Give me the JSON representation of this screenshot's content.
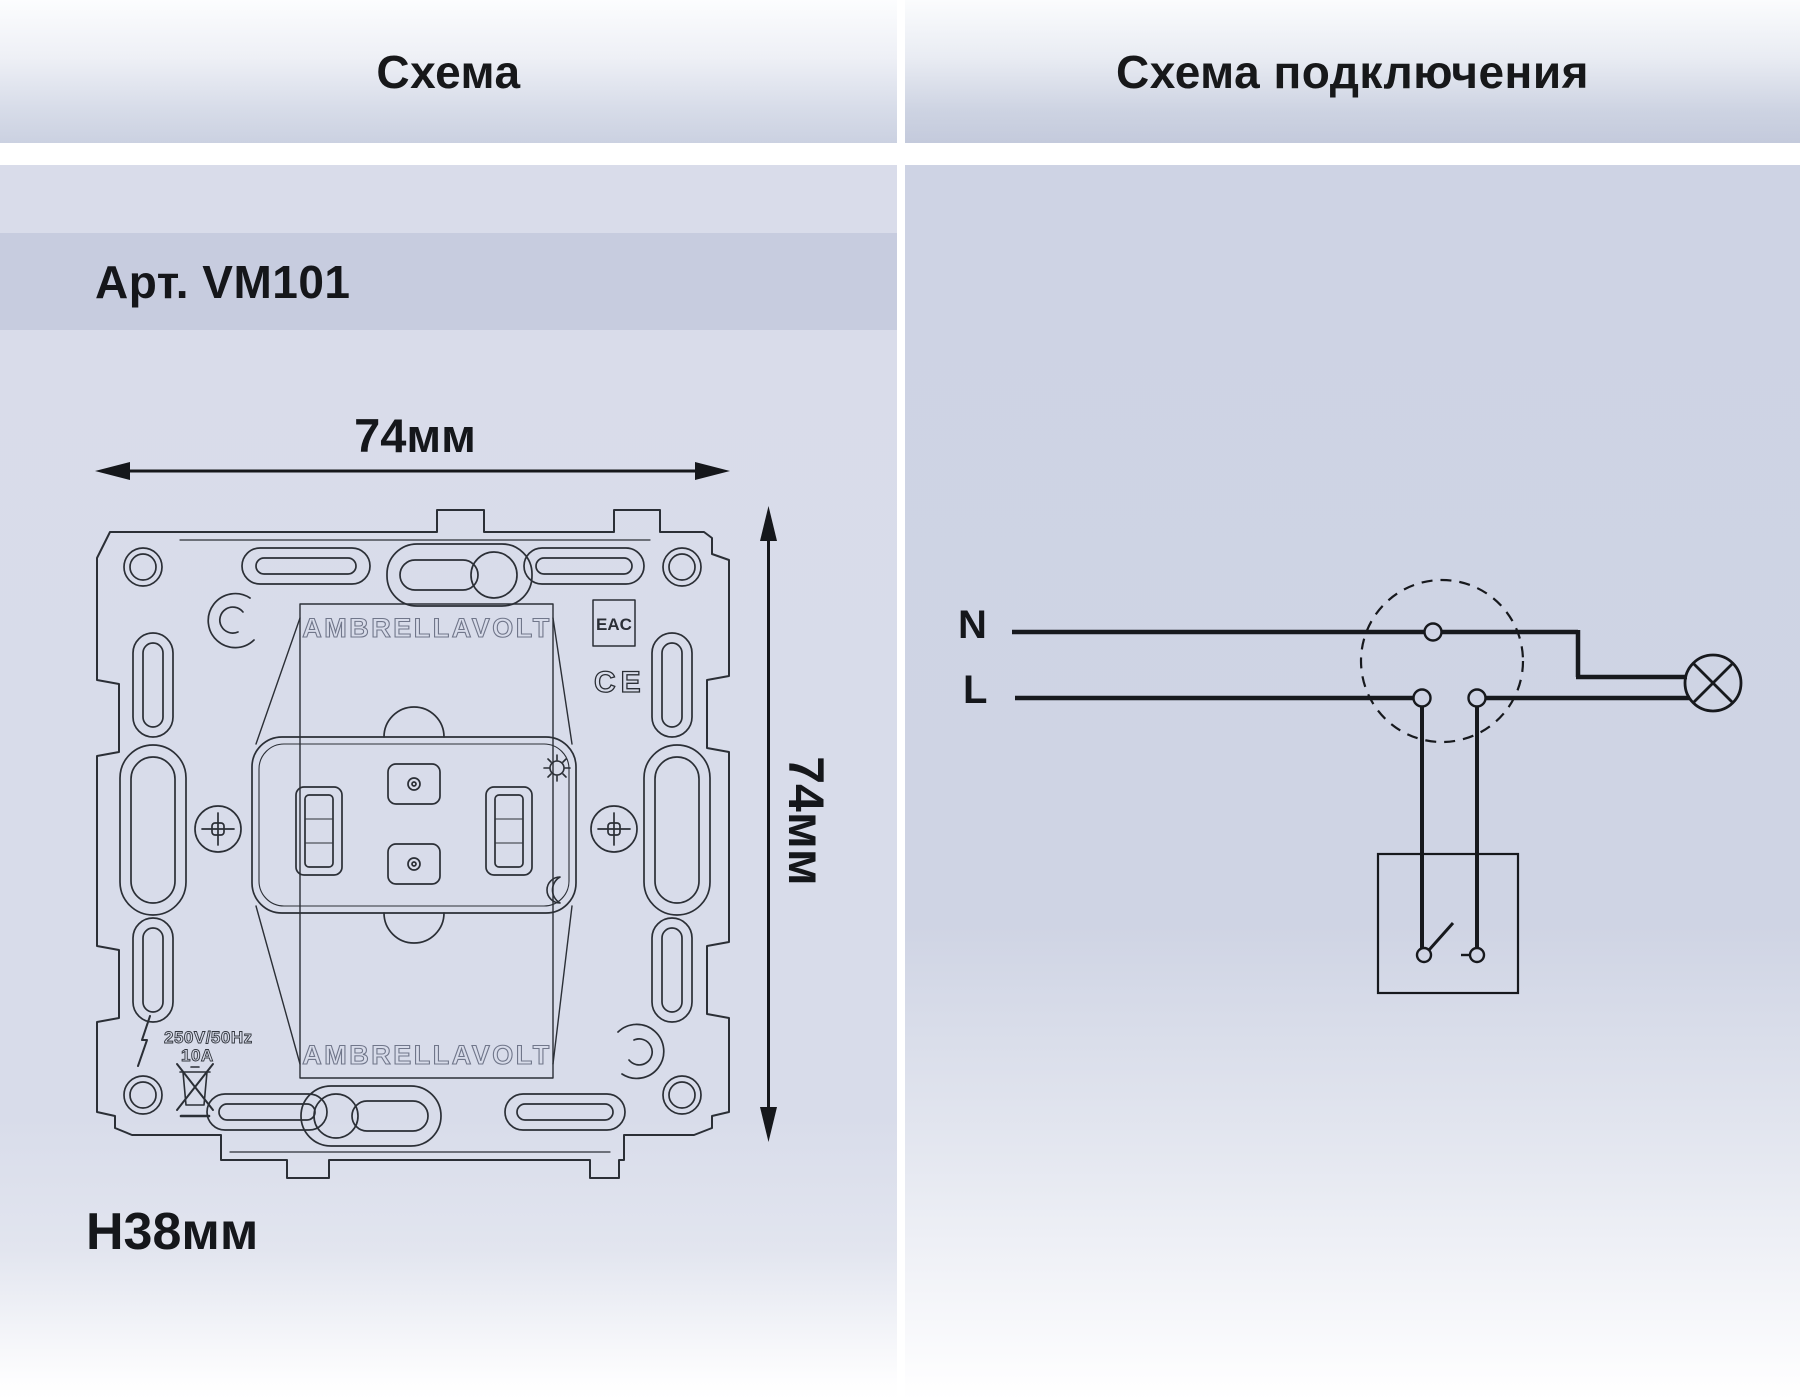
{
  "left_panel": {
    "header": "Схема",
    "article": "Арт. VM101",
    "dim_width": "74мм",
    "dim_height": "74мм",
    "dim_depth": "H38мм",
    "brand_top": "AMBRELLAVOLT",
    "brand_bottom": "AMBRELLAVOLT",
    "rating_voltage": "250V/50Hz",
    "rating_current": "10A",
    "mark_eac": "EAC",
    "mark_ce": "CE"
  },
  "right_panel": {
    "header": "Схема подключения",
    "label_neutral": "N",
    "label_line": "L"
  },
  "colors": {
    "header_gradient_bottom": "#cbd1e1",
    "left_body": "#d9dcea",
    "article_band": "#c7ccdf",
    "right_body": "#ced3e4",
    "line_art": "#262a31",
    "dimension_ink": "#15171b"
  }
}
